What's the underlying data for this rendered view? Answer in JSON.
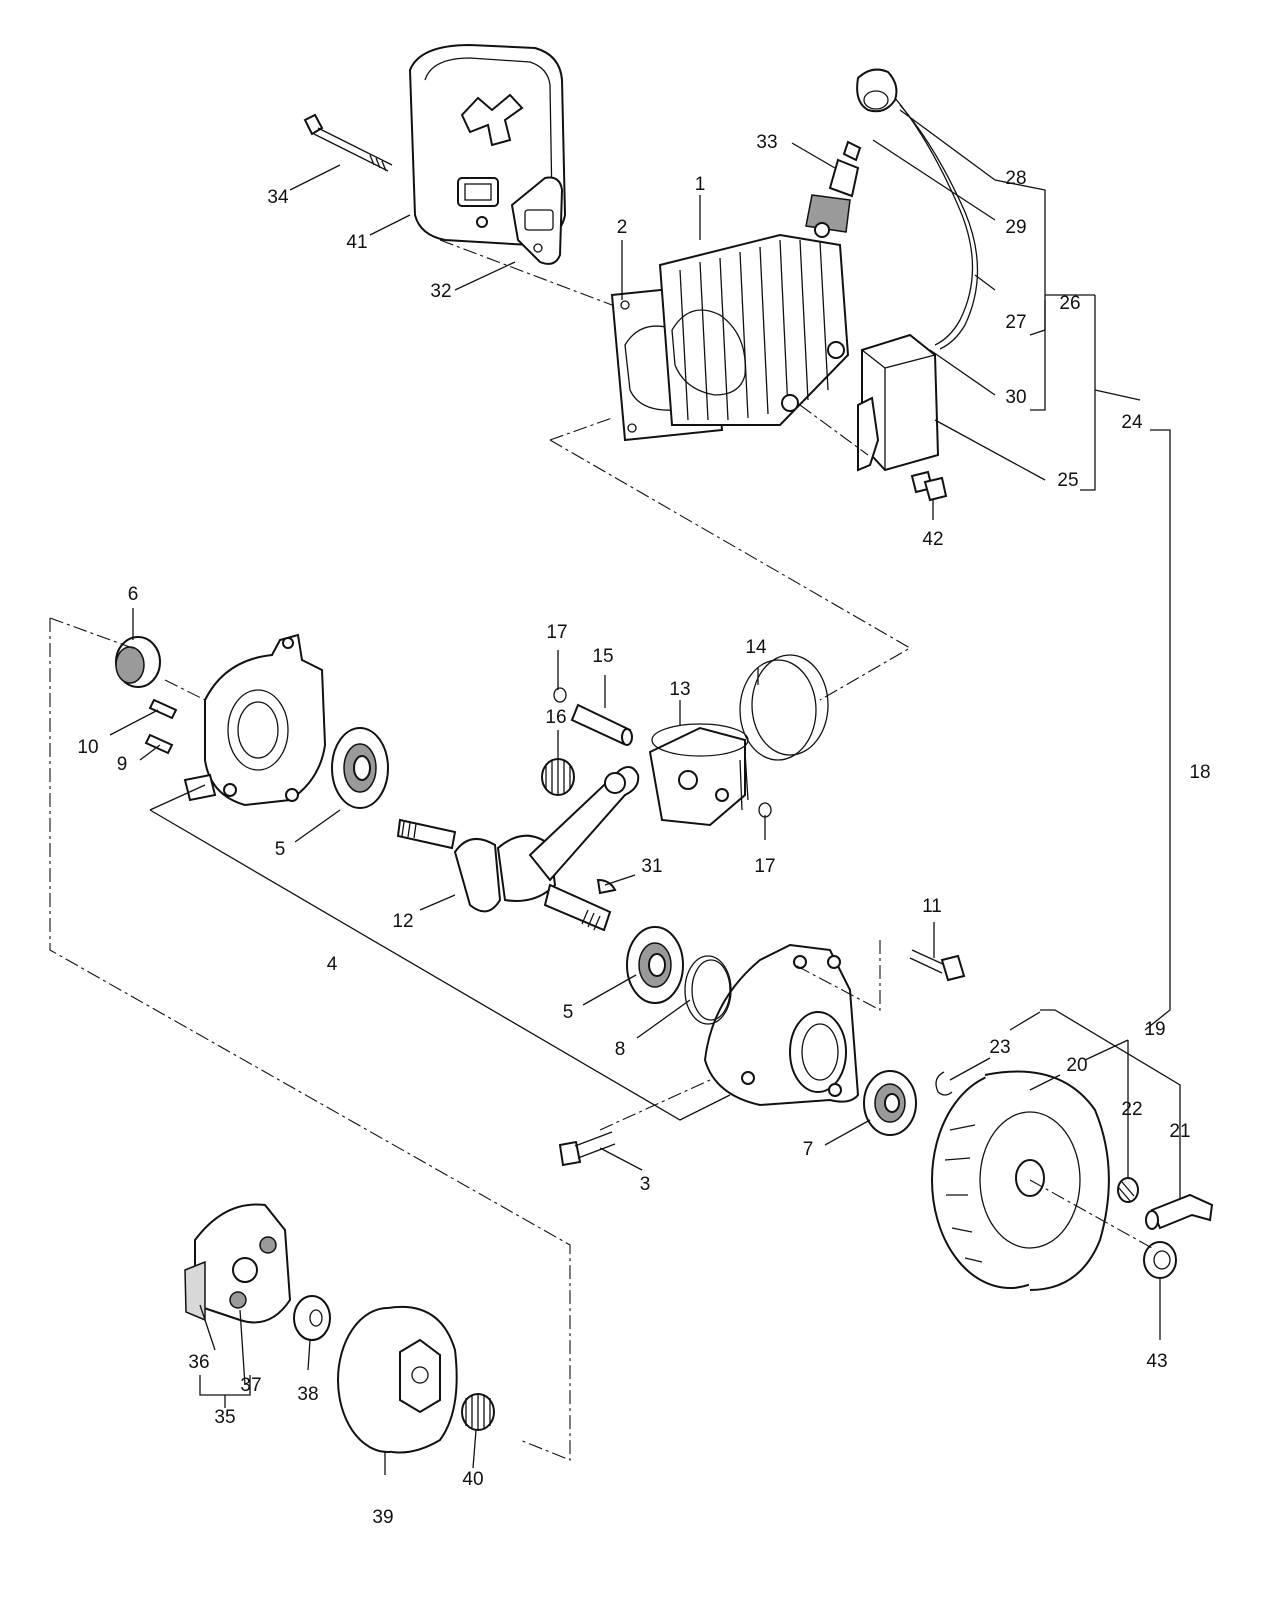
{
  "diagram": {
    "labels": [
      "1",
      "2",
      "3",
      "4",
      "5",
      "5",
      "6",
      "7",
      "8",
      "9",
      "10",
      "11",
      "12",
      "13",
      "14",
      "15",
      "16",
      "17",
      "17",
      "18",
      "19",
      "20",
      "21",
      "22",
      "23",
      "24",
      "25",
      "26",
      "27",
      "28",
      "29",
      "30",
      "31",
      "32",
      "33",
      "34",
      "35",
      "36",
      "37",
      "38",
      "39",
      "40",
      "41",
      "42",
      "43"
    ]
  }
}
